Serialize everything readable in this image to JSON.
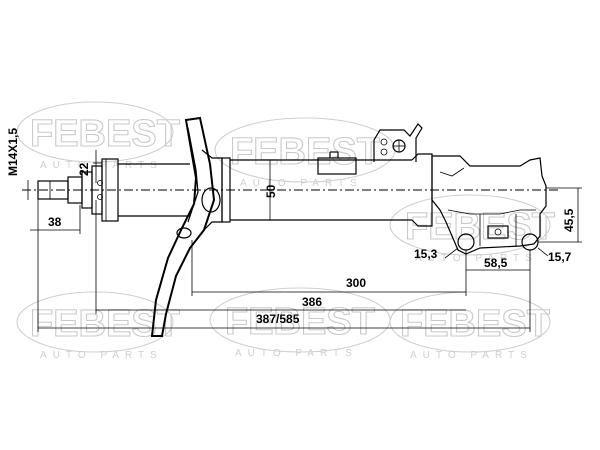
{
  "watermark": {
    "brand": "FEBEST",
    "tagline": "AUTO PARTS"
  },
  "dimensions": {
    "thread": "M14X1,5",
    "rod_length": "22",
    "rod_offset": "38",
    "body_diameter": "50",
    "length_300": "300",
    "length_386": "386",
    "length_min_max": "387/585",
    "bracket_height": "45,5",
    "hole_left": "15,3",
    "hole_spacing": "58,5",
    "hole_right": "15,7"
  },
  "colors": {
    "stroke": "#000000",
    "watermark": "#c9c9c9"
  }
}
